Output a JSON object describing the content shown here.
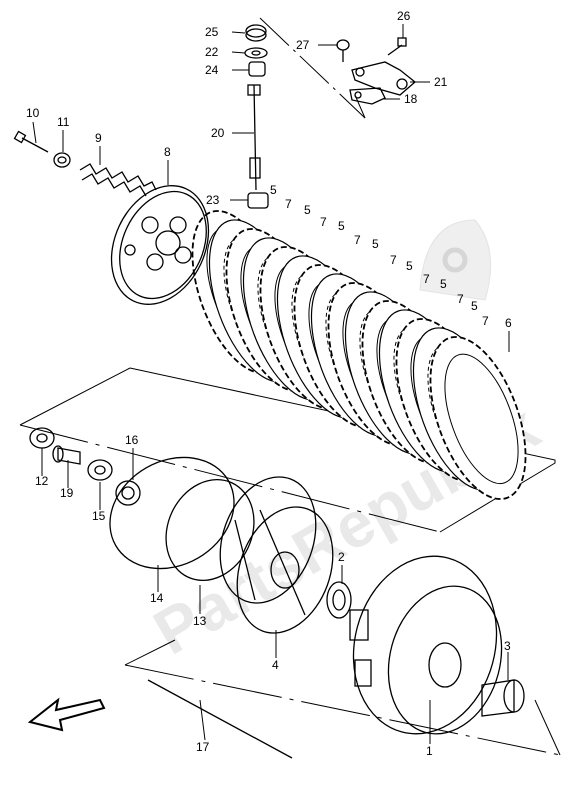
{
  "diagram": {
    "watermark": "PartsRepublik",
    "labels": {
      "p1": "1",
      "p2": "2",
      "p3": "3",
      "p4": "4",
      "p5": "5",
      "p6": "6",
      "p7": "7",
      "p8": "8",
      "p9": "9",
      "p10": "10",
      "p11": "11",
      "p12": "12",
      "p13": "13",
      "p14": "14",
      "p15": "15",
      "p16": "16",
      "p17": "17",
      "p18": "18",
      "p19": "19",
      "p20": "20",
      "p21": "21",
      "p22": "22",
      "p23": "23",
      "p24": "24",
      "p25": "25",
      "p26": "26",
      "p27": "27"
    },
    "icons": {
      "direction": "arrow-icon",
      "watermark_gear": "gear-icon"
    }
  }
}
